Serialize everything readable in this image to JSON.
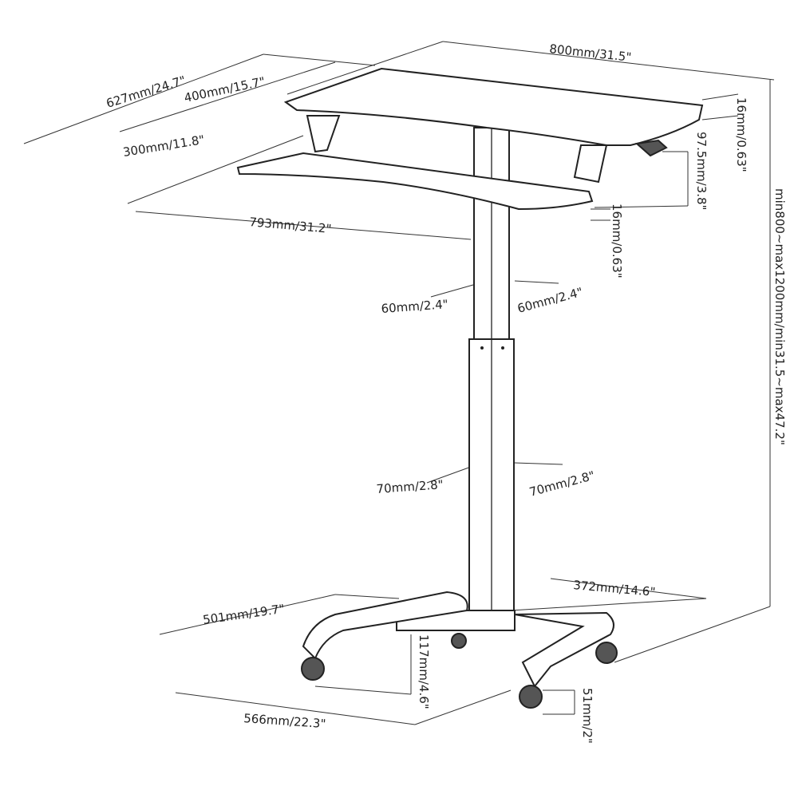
{
  "title": "Mobile sit-stand desk dimensions",
  "dimensions": {
    "width_top": "800mm/31.5\"",
    "overall_depth": "627mm/24.7\"",
    "top_depth": "400mm/15.7\"",
    "tray_depth": "300mm/11.8\"",
    "top_thickness": "16mm/0.63\"",
    "tier_gap": "97.5mm/3.8\"",
    "tray_thickness": "16mm/0.63\"",
    "tray_width": "793mm/31.2\"",
    "upper_column_a": "60mm/2.4\"",
    "upper_column_b": "60mm/2.4\"",
    "lower_column_a": "70mm/2.8\"",
    "lower_column_b": "70mm/2.8\"",
    "height_range": "min800~max1200mm/min31.5~max47.2\"",
    "base_depth": "372mm/14.6\"",
    "base_leg_length": "501mm/19.7\"",
    "base_height": "117mm/4.6\"",
    "base_width": "566mm/22.3\"",
    "caster_height": "51mm/2\""
  }
}
